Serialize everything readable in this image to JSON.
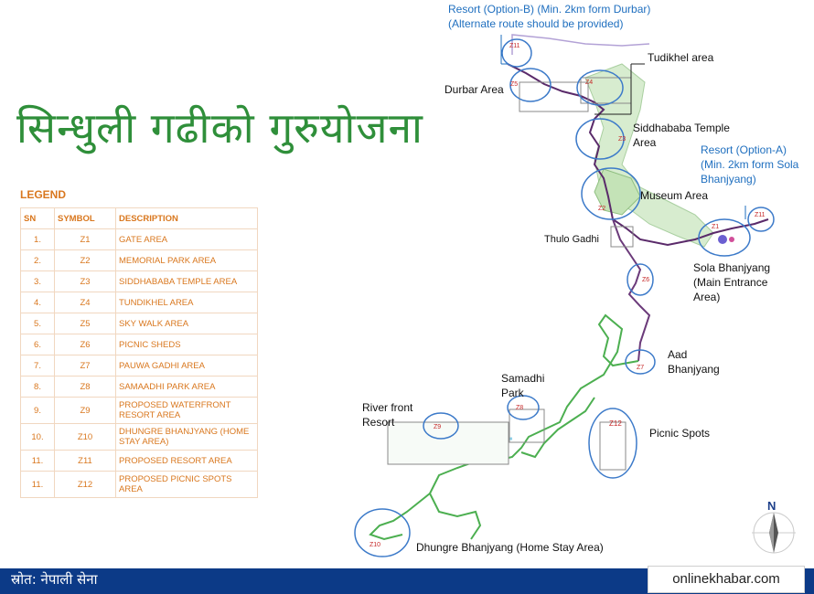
{
  "title": "सिन्धुली गढीको गुरुयोजना",
  "legend": {
    "heading": "LEGEND",
    "columns": [
      "SN",
      "SYMBOL",
      "DESCRIPTION"
    ],
    "rows": [
      {
        "sn": "1.",
        "symbol": "Z1",
        "description": "GATE AREA"
      },
      {
        "sn": "2.",
        "symbol": "Z2",
        "description": "MEMORIAL PARK AREA"
      },
      {
        "sn": "3.",
        "symbol": "Z3",
        "description": "SIDDHABABA TEMPLE AREA"
      },
      {
        "sn": "4.",
        "symbol": "Z4",
        "description": "TUNDIKHEL AREA"
      },
      {
        "sn": "5.",
        "symbol": "Z5",
        "description": "SKY WALK AREA"
      },
      {
        "sn": "6.",
        "symbol": "Z6",
        "description": "PICNIC SHEDS"
      },
      {
        "sn": "7.",
        "symbol": "Z7",
        "description": "PAUWA GADHI AREA"
      },
      {
        "sn": "8.",
        "symbol": "Z8",
        "description": "SAMAADHI PARK AREA"
      },
      {
        "sn": "9.",
        "symbol": "Z9",
        "description": "PROPOSED WATERFRONT RESORT AREA"
      },
      {
        "sn": "10.",
        "symbol": "Z10",
        "description": "DHUNGRE BHANJYANG (HOME STAY AREA)"
      },
      {
        "sn": "11.",
        "symbol": "Z11",
        "description": "PROPOSED RESORT AREA"
      },
      {
        "sn": "11.",
        "symbol": "Z12",
        "description": "PROPOSED PICNIC SPOTS AREA"
      }
    ]
  },
  "map_labels": {
    "resort_b": "Resort (Option-B) (Min. 2km form Durbar)(Alternate route should be provided)",
    "tudikhel": "Tudikhel area",
    "durbar": "Durbar Area",
    "siddhababa": "Siddhababa Temple Area",
    "resort_a": "Resort (Option-A) (Min. 2km form Sola Bhanjyang)",
    "museum": "Museum Area",
    "thulo_gadhi": "Thulo Gadhi",
    "sola": "Sola Bhanjyang (Main Entrance Area)",
    "aad": "Aad Bhanjyang",
    "samadhi": "Samadhi Park",
    "river_front": "River front Resort",
    "picnic": "Picnic Spots",
    "dhungre": "Dhungre Bhanjyang (Home Stay Area)"
  },
  "zones": {
    "z1": "Z1",
    "z2": "Z2",
    "z3": "Z3",
    "z4": "Z4",
    "z5": "Z5",
    "z6": "Z6",
    "z7": "Z7",
    "z8": "Z8",
    "z9": "Z9",
    "z10": "Z10",
    "z11a": "Z11",
    "z11b": "Z11",
    "z12": "Z12"
  },
  "compass": "N",
  "footer": {
    "source": "स्रोत: नेपाली सेना",
    "brand": "onlinekhabar.com"
  },
  "colors": {
    "title_green": "#2f8f3a",
    "legend_orange": "#d9771e",
    "route_purple": "#5a2a6a",
    "trail_green": "#4caf50",
    "zone_blue": "#3c7ac9",
    "footer_navy": "#0c3a87"
  }
}
